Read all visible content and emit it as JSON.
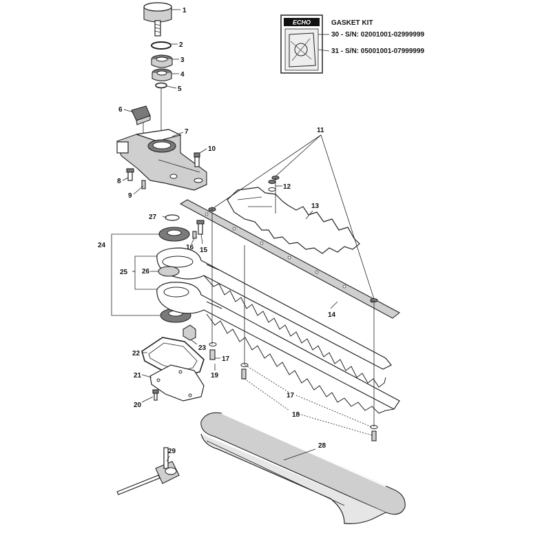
{
  "gasket_kit": {
    "title": "GASKET KIT",
    "brand": "ECHO",
    "entries": [
      {
        "ref": "30",
        "text": "30 - S/N: 02001001-02999999"
      },
      {
        "ref": "31",
        "text": "31 - S/N: 05001001-07999999"
      }
    ]
  },
  "callouts": [
    "1",
    "2",
    "3",
    "4",
    "5",
    "6",
    "7",
    "8",
    "9",
    "10",
    "11",
    "12",
    "13",
    "14",
    "15",
    "16",
    "17",
    "17",
    "18",
    "19",
    "20",
    "21",
    "22",
    "23",
    "24",
    "25",
    "26",
    "27",
    "28",
    "29"
  ]
}
